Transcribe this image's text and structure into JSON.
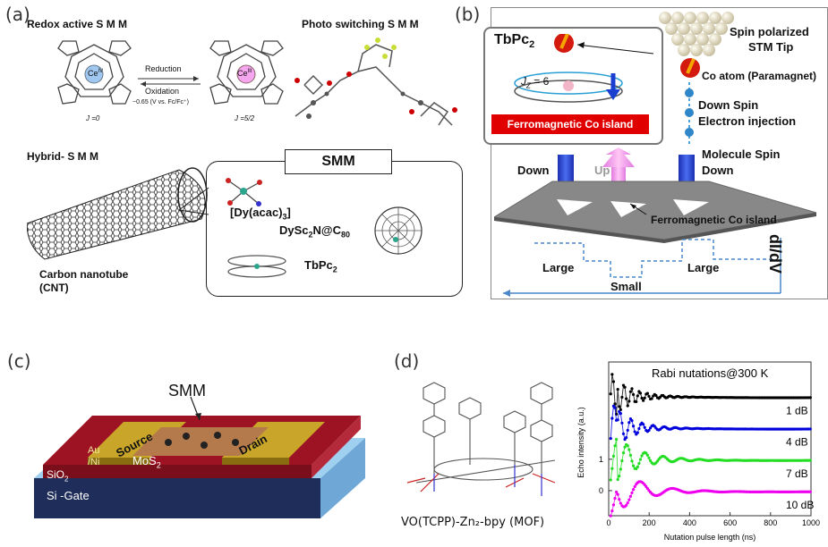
{
  "panel_a": {
    "label": "(a)",
    "redox_title": "Redox active S M M",
    "photo_title": "Photo switching S M M",
    "ce4_label": "Ce",
    "ce4_sup": "IV",
    "ce3_label": "Ce",
    "ce3_sup": "III",
    "reduction": "Reduction",
    "oxidation": "Oxidation",
    "potential": "−0.65 (V vs. Fc/Fc⁺)",
    "j0": "J =0",
    "j52": "J =5/2",
    "hybrid_title": "Hybrid- S M M",
    "cnt_label1": "Carbon nanotube",
    "cnt_label2": "(CNT)",
    "smm_box_title": "SMM",
    "dy_acac": "[Dy(acac)",
    "dy_acac_sub": "3",
    "dy_acac_end": "]",
    "dysc_pre": "DySc",
    "dysc_sub1": "2",
    "dysc_mid": "N@C",
    "dysc_sub2": "80",
    "tbpc_pre": "TbPc",
    "tbpc_sub": "2"
  },
  "panel_b": {
    "label": "(b)",
    "tbpc_pre": "TbPc",
    "tbpc_sub": "2",
    "jz": "J",
    "jz_sub": "Z",
    "jz_val": " = 6",
    "red_bar": "Ferromagnetic Co island",
    "tip_line1": "Spin polarized",
    "tip_line2": "STM Tip",
    "co_atom": "Co atom (Paramagnet)",
    "down_spin1": "Down Spin",
    "down_spin2": "Electron injection",
    "mol_spin1": "Molecule Spin",
    "mol_spin2": "Down",
    "arrow_down": "Down",
    "arrow_up": "Up",
    "island": "Ferromagnetic Co island",
    "large1": "Large",
    "small": "Small",
    "large2": "Large",
    "didv": "dI/dV"
  },
  "panel_c": {
    "label": "(c)",
    "smm": "SMM",
    "source": "Source",
    "drain": "Drain",
    "au1": "Au",
    "au2": "/Ni",
    "mos2_pre": "MoS",
    "mos2_sub": "2",
    "sio2_pre": "SiO",
    "sio2_sub": "2",
    "si_gate": "Si -Gate"
  },
  "panel_d": {
    "label": "(d)",
    "mof_caption": "VO(TCPP)-Zn₂-bpy (MOF)",
    "chart_title": "Rabi nutations@300 K"
  },
  "chart_data": {
    "type": "scatter",
    "title": "Rabi nutations@300 K",
    "xlabel": "Nutation pulse length (ns)",
    "ylabel": "Echo intensity (a.u.)",
    "xlim": [
      0,
      1000
    ],
    "xticks": [
      0,
      200,
      400,
      600,
      800,
      1000
    ],
    "yticks": [
      0,
      1
    ],
    "series": [
      {
        "name": "1 dB",
        "color": "#000000",
        "offset": 3.0,
        "period": 38,
        "decay": 90,
        "amp": 0.55
      },
      {
        "name": "4 dB",
        "color": "#0000dd",
        "offset": 2.0,
        "period": 55,
        "decay": 90,
        "amp": 0.6
      },
      {
        "name": "7 dB",
        "color": "#22dd22",
        "offset": 1.0,
        "period": 90,
        "decay": 120,
        "amp": 0.6
      },
      {
        "name": "10 dB",
        "color": "#ee00ee",
        "offset": 0.0,
        "period": 160,
        "decay": 130,
        "amp": 0.6
      }
    ]
  }
}
